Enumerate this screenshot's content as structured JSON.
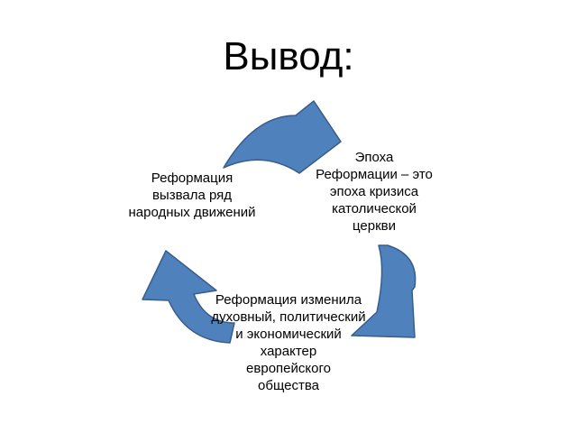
{
  "slide": {
    "title": "Вывод:"
  },
  "cycle": {
    "arrow_color": "#4F81BD",
    "arrow_stroke": "#385D8A",
    "nodes": {
      "left": [
        "Реформация",
        "вызвала ряд",
        "народных движений"
      ],
      "right": [
        "Эпоха",
        "Реформации – это",
        "эпоха кризиса",
        "католической",
        "церкви"
      ],
      "bottom": [
        "Реформация изменила",
        "духовный, политический",
        "и экономический",
        "характер",
        "европейского",
        "общества"
      ]
    }
  }
}
